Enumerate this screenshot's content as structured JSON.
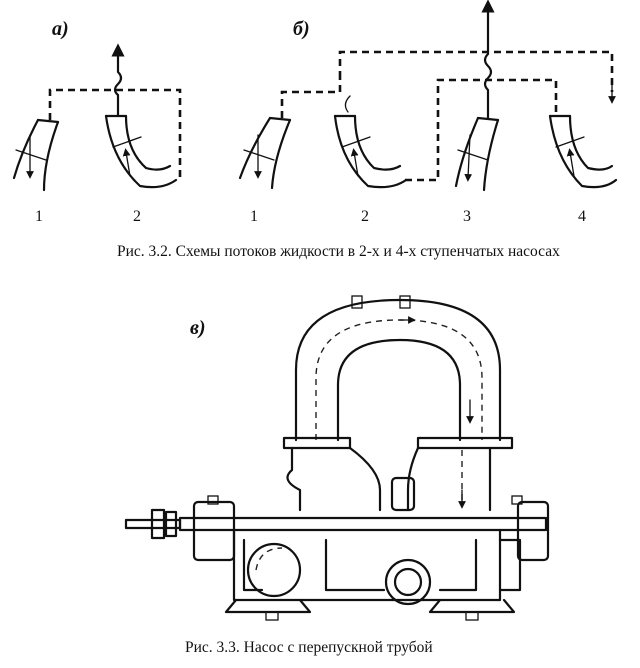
{
  "figure_3_2": {
    "panel_a": "а)",
    "panel_b": "б)",
    "stage_labels_a": [
      "1",
      "2"
    ],
    "stage_labels_b": [
      "1",
      "2",
      "3",
      "4"
    ],
    "caption": "Рис. 3.2. Схемы потоков жидкости в 2-х и 4-х ступенчатых насосах"
  },
  "figure_3_3": {
    "panel": "в)",
    "caption": "Рис. 3.3. Насос с перепускной  трубой"
  }
}
